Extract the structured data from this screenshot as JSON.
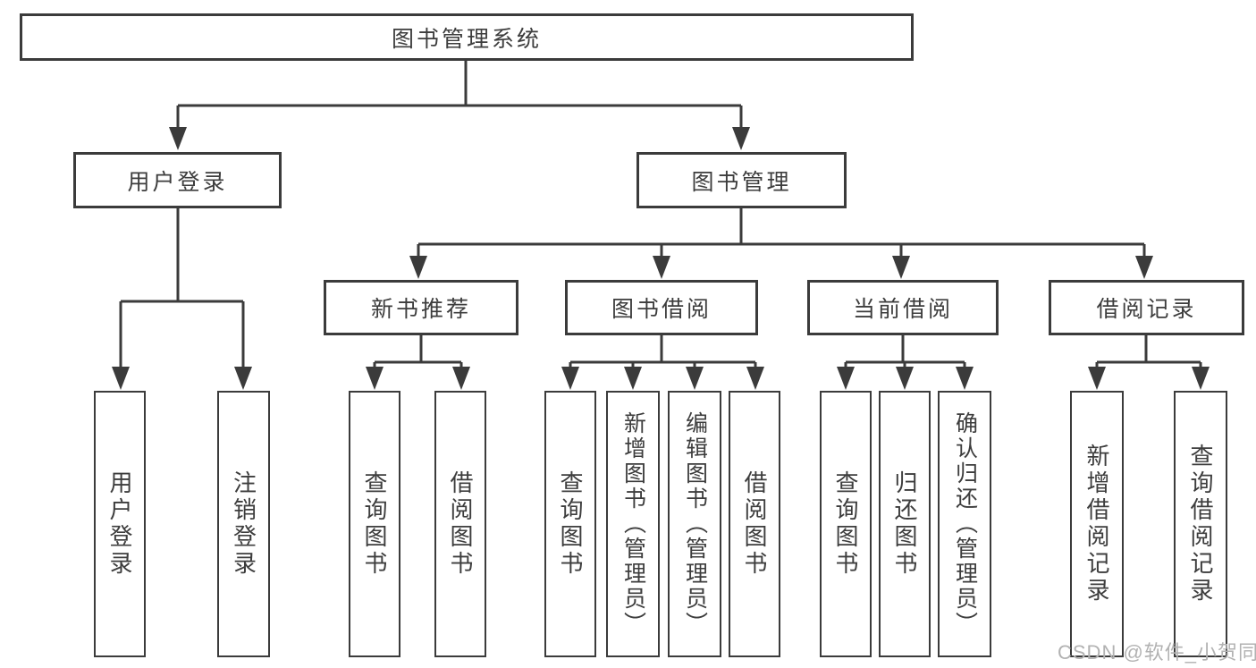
{
  "diagram": {
    "title": "图书管理系统",
    "branches": [
      {
        "label": "用户登录",
        "children": [
          {
            "label": "用户登录"
          },
          {
            "label": "注销登录"
          }
        ]
      },
      {
        "label": "图书管理",
        "children": [
          {
            "label": "新书推荐",
            "children": [
              {
                "label": "查询图书"
              },
              {
                "label": "借阅图书"
              }
            ]
          },
          {
            "label": "图书借阅",
            "children": [
              {
                "label": "查询图书"
              },
              {
                "label": "新增图书（管理员）"
              },
              {
                "label": "编辑图书（管理员）"
              },
              {
                "label": "借阅图书"
              }
            ]
          },
          {
            "label": "当前借阅",
            "children": [
              {
                "label": "查询图书"
              },
              {
                "label": "归还图书"
              },
              {
                "label": "确认归还（管理员）"
              }
            ]
          },
          {
            "label": "借阅记录",
            "children": [
              {
                "label": "新增借阅记录"
              },
              {
                "label": "查询借阅记录"
              }
            ]
          }
        ]
      }
    ],
    "colors": {
      "line": "#3b3b3b",
      "text": "#3d3d3d",
      "background": "#ffffff",
      "watermark": "#b2b2b2"
    }
  },
  "watermark": "CSDN @软件_小贺同学"
}
